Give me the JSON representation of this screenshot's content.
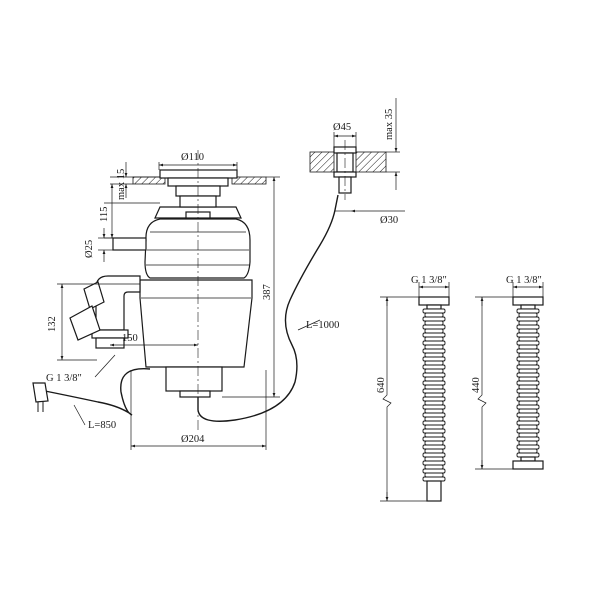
{
  "labels": {
    "d110": "Ø110",
    "max15": "max 15",
    "h115": "115",
    "d25": "Ø25",
    "h132": "132",
    "w150": "150",
    "g_left": "G 1 3/8\"",
    "l850": "L=850",
    "d204": "Ø204",
    "h387": "387",
    "d45": "Ø45",
    "max35": "max 35",
    "d30": "Ø30",
    "l1000": "L=1000",
    "g_hose1": "G 1 3/8\"",
    "h640": "640",
    "g_hose2": "G 1 3/8\"",
    "h440": "440"
  }
}
